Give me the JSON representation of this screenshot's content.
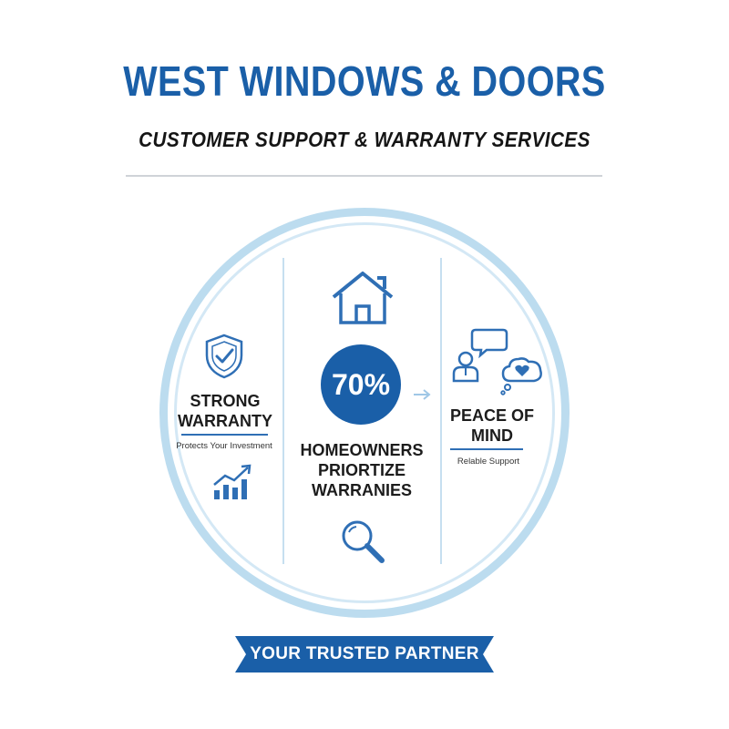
{
  "header": {
    "title": "WEST WINDOWS & DOORS",
    "subtitle": "CUSTOMER SUPPORT & WARRANTY SERVICES"
  },
  "left_panel": {
    "title_line1": "STRONG",
    "title_line2": "WARRANTY",
    "caption": "Protects Your Investment",
    "icons": [
      "shield-check-icon",
      "growth-chart-icon"
    ]
  },
  "center_panel": {
    "stat": "70%",
    "label_line1": "HOMEOWNERS",
    "label_line2": "PRIORTIZE",
    "label_line3": "WARRANIES",
    "icons": [
      "house-icon",
      "arrow-right-icon",
      "magnifier-icon"
    ]
  },
  "right_panel": {
    "title_line1": "PEACE OF",
    "title_line2": "MIND",
    "caption": "Relable Support",
    "icons": [
      "support-person-chat-icon",
      "heart-thought-bubble-icon"
    ]
  },
  "banner": {
    "label": "YOUR TRUSTED PARTNER"
  },
  "colors": {
    "brand_blue": "#1a5fa8",
    "ring_light_blue": "#bcdcef",
    "text_dark": "#1c1c1c"
  }
}
